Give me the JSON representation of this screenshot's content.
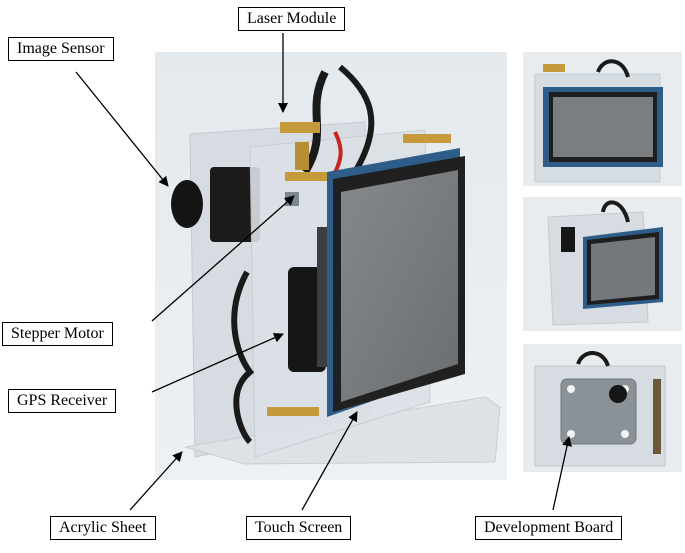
{
  "labels": {
    "laser_module": "Laser Module",
    "image_sensor": "Image Sensor",
    "stepper_motor": "Stepper Motor",
    "gps_receiver": "GPS Receiver",
    "acrylic_sheet": "Acrylic Sheet",
    "touch_screen": "Touch Screen",
    "development_board": "Development Board"
  },
  "colors": {
    "backdrop": "#e9edf0",
    "acrylic": "#d7dde3",
    "screen": "#74787b",
    "bezel": "#222222",
    "pcb_blue": "#2f5d8a",
    "brass": "#c49a3c",
    "cable": "#1a1a1a",
    "red_wire": "#c8231c"
  }
}
